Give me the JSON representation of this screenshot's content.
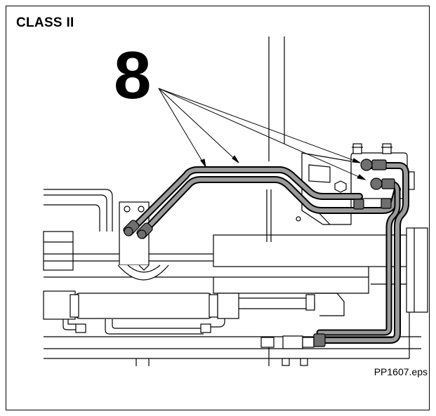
{
  "title": "CLASS II",
  "callout_number": "8",
  "filename": "PP1607.eps",
  "colors": {
    "line": "#000000",
    "hose": "#9a9a9a",
    "background": "#ffffff"
  }
}
